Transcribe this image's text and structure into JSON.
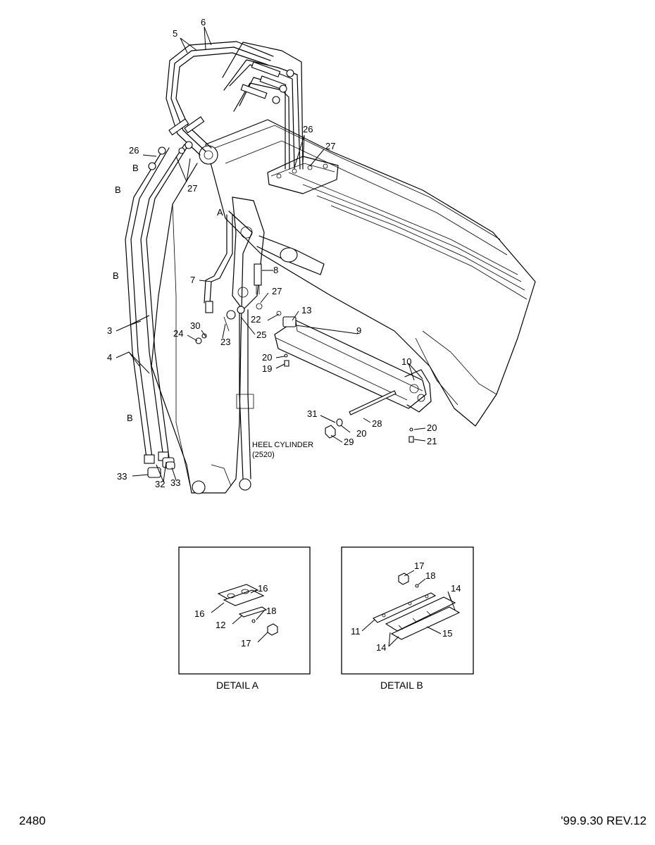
{
  "labels": {
    "p5": "5",
    "p6": "6",
    "p26a": "26",
    "p26b": "26",
    "p27a": "27",
    "p27b": "27",
    "p27c": "27",
    "B1": "B",
    "B2": "B",
    "B3": "B",
    "B4": "B",
    "A1": "A",
    "p7": "7",
    "p8": "8",
    "p3": "3",
    "p4": "4",
    "p30": "30",
    "p24": "24",
    "p23": "23",
    "p25": "25",
    "p22": "22",
    "p13": "13",
    "p9": "9",
    "p20a": "20",
    "p19": "19",
    "p10": "10",
    "p31": "31",
    "p20b": "20",
    "p28": "28",
    "p29": "29",
    "p20c": "20",
    "p21": "21",
    "p33a": "33",
    "p32": "32",
    "p33b": "33"
  },
  "heel_cylinder": {
    "line1": "HEEL CYLINDER",
    "line2": "(2520)"
  },
  "detail_a": {
    "title": "DETAIL A",
    "labels": {
      "p16a": "16",
      "p16b": "16",
      "p18": "18",
      "p12": "12",
      "p17": "17"
    }
  },
  "detail_b": {
    "title": "DETAIL B",
    "labels": {
      "p17": "17",
      "p18": "18",
      "p14a": "14",
      "p11": "11",
      "p14b": "14",
      "p15": "15"
    }
  },
  "footer": {
    "page_number": "2480",
    "revision": "'99.9.30 REV.12"
  }
}
